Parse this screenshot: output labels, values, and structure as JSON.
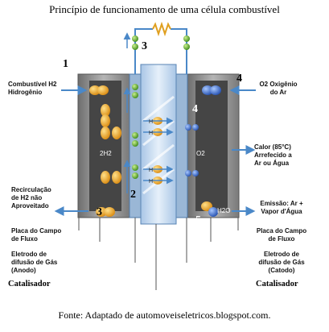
{
  "title": "Princípio de funcionamento de uma célula combustível",
  "caption": "Fonte: Adaptado de automoveiseletricos.blogspot.com.",
  "colors": {
    "hydrogen": "#f0a020",
    "oxygen": "#3b6fd6",
    "electron": "#6fbf3a",
    "membrane": "#c9dcef",
    "plate": "#8a8a8a",
    "arrow": "#4a88c8"
  },
  "left_labels": {
    "fuel_h2": "Combustível H2",
    "fuel_h2_line2": "Hidrogênio",
    "recirc": "Recirculação",
    "recirc_line2": "de H2 não",
    "recirc_line3": "Aproveitado",
    "flow_plate": "Placa do Campo",
    "flow_plate_line2": "de Fluxo",
    "gdl": "Eletrodo de",
    "gdl_line2": "difusão de Gás",
    "gdl_line3": "(Anodo)",
    "catalyst": "Catalisador"
  },
  "right_labels": {
    "oxygen": "O2 Oxigênio",
    "oxygen_line2": "do Ar",
    "heat": "Calor (85°C)",
    "heat_line2": "Arrefecido a",
    "heat_line3": "Ar ou Água",
    "emission": "Emissão: Ar +",
    "emission_line2": "Vapor d'Água",
    "flow_plate": "Placa do Campo",
    "flow_plate_line2": "de Fluxo",
    "gdl": "Eletrodo de",
    "gdl_line2": "difusão de Gás",
    "gdl_line3": "(Catodo)",
    "catalyst": "Catalisador"
  },
  "inner_labels": {
    "anode": "2H2",
    "cathode": "O2",
    "water": "H2O",
    "proton": "H"
  },
  "numbers": {
    "n1": "1",
    "n2": "2",
    "n3_top": "3",
    "n3_bottom": "3",
    "n4_outer": "4",
    "n4_inner": "4",
    "n5": "5"
  }
}
